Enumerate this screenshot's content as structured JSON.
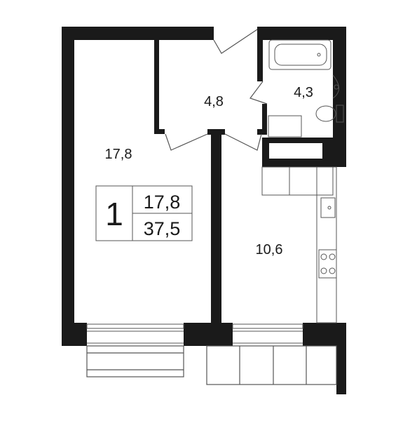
{
  "rooms": {
    "living": "17,8",
    "hall": "4,8",
    "bath": "4,3",
    "kitchen": "10,6"
  },
  "card": {
    "rooms_count": "1",
    "living_area": "17,8",
    "total_area": "37,5"
  },
  "colors": {
    "wall": "#1a1a1a",
    "line": "#555555",
    "background": "#ffffff"
  }
}
